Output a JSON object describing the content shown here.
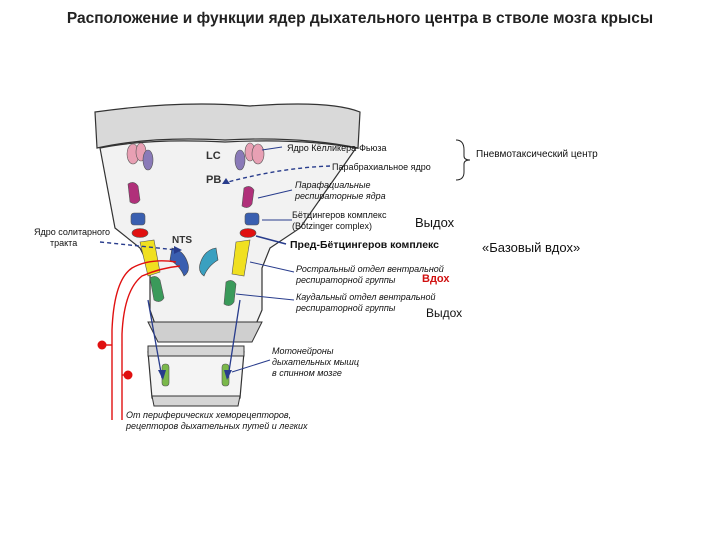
{
  "title": "Расположение и функции ядер дыхательного центра в стволе мозга крысы",
  "labels": {
    "lc": "LC",
    "pb": "PB",
    "nts": "NTS",
    "kolliker": "Ядро Кёлликера-Фьюза",
    "parabrachial": "Парабрахиальное ядро",
    "pneumotaxic": "Пневмотаксический центр",
    "parafacial_1": "Парафациальные",
    "parafacial_2": "респираторные ядра",
    "botzinger_1": "Бётцингеров комплекс",
    "botzinger_2": "(Bötzinger complex)",
    "exhale_1": "Выдох",
    "pre_botzinger": "Пред-Бётцингеров комплекс",
    "basic_inhale": "«Базовый вдох»",
    "solitary_1": "Ядро солитарного",
    "solitary_2": "тракта",
    "rostral_1": "Ростральный отдел вентральной",
    "rostral_2": "респираторной группы",
    "inhale": "Вдох",
    "caudal_1": "Каудальный отдел вентральной",
    "caudal_2": "респираторной группы",
    "exhale_2": "Выдох",
    "motor_1": "Мотонейроны",
    "motor_2": "дыхательных мышц",
    "motor_3": "в спинном мозге",
    "peripheral_1": "От периферических хеморецепторов,",
    "peripheral_2": "рецепторов дыхательных путей и легких"
  },
  "colors": {
    "pink": "#e8a0b4",
    "purple": "#8a7ab8",
    "magenta": "#b0307a",
    "blue": "#3a5fb0",
    "red": "#e01010",
    "yellow": "#f0e020",
    "green": "#3a9a5a",
    "light_green": "#7ab84a",
    "teal": "#3aa0c0",
    "dark_blue": "#283c8c",
    "highlight_red": "#d01010"
  }
}
